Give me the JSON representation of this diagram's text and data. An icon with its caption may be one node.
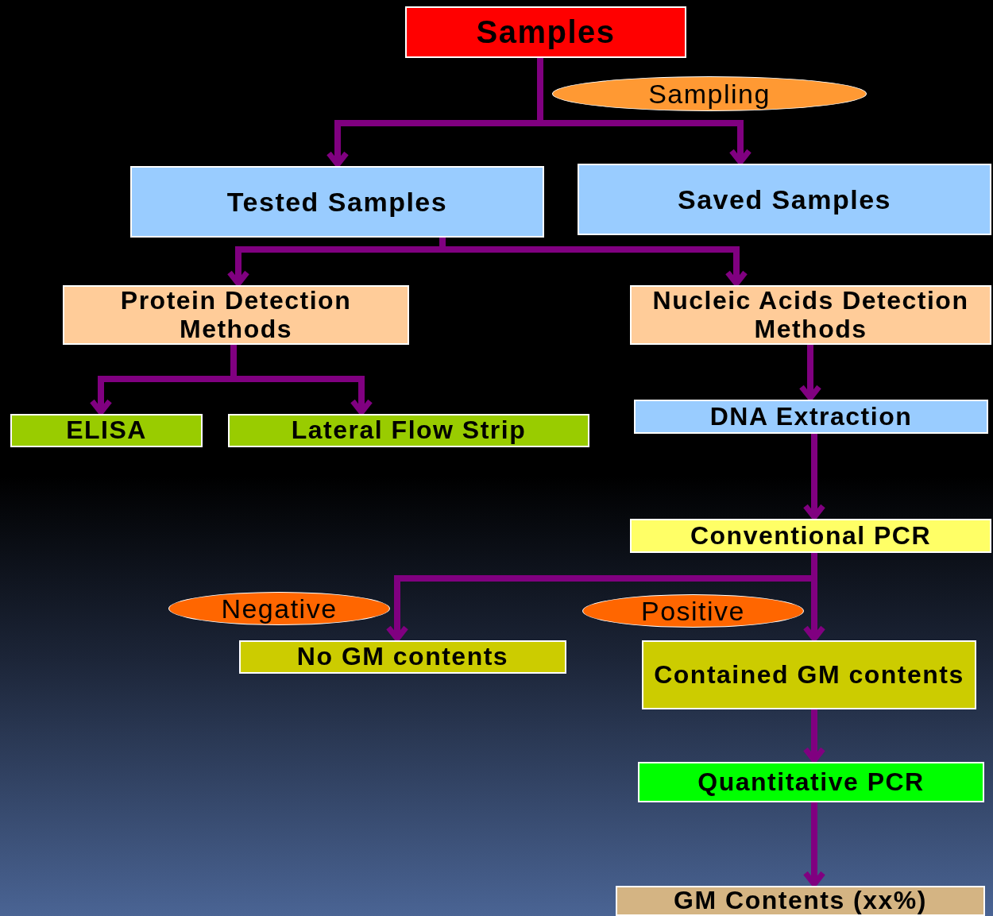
{
  "diagram": {
    "nodes": [
      {
        "text": [
          "Samples"
        ]
      },
      {
        "text": [
          "Sampling"
        ]
      },
      {
        "text": [
          "Tested Samples"
        ]
      },
      {
        "text": [
          "Saved Samples"
        ]
      },
      {
        "text": [
          "Protein Detection Methods"
        ]
      },
      {
        "text": [
          "Nucleic Acids Detection Methods"
        ]
      },
      {
        "text": [
          "ELISA"
        ]
      },
      {
        "text": [
          "Lateral Flow Strip"
        ]
      },
      {
        "text": [
          "DNA Extraction"
        ]
      },
      {
        "text": [
          "Conventional PCR"
        ]
      },
      {
        "text": [
          "Negative"
        ]
      },
      {
        "text": [
          "Positive"
        ]
      },
      {
        "text": [
          "No GM contents"
        ]
      },
      {
        "text": [
          "Contained GM contents"
        ]
      },
      {
        "text": [
          "Quantitative PCR"
        ]
      },
      {
        "text": [
          "GM Contents (xx%)"
        ]
      }
    ],
    "edges": [
      {
        "from": 0,
        "to": 2,
        "arrow": "to"
      },
      {
        "from": 0,
        "to": 3,
        "arrow": "to"
      },
      {
        "from": 2,
        "to": 4,
        "arrow": "to"
      },
      {
        "from": 2,
        "to": 5,
        "arrow": "to"
      },
      {
        "from": 4,
        "to": 6,
        "arrow": "to"
      },
      {
        "from": 4,
        "to": 7,
        "arrow": "to"
      },
      {
        "from": 5,
        "to": 8,
        "arrow": "to"
      },
      {
        "from": 8,
        "to": 9,
        "arrow": "to"
      },
      {
        "from": 9,
        "to": 12,
        "arrow": "to"
      },
      {
        "from": 9,
        "to": 13,
        "arrow": "to"
      },
      {
        "from": 13,
        "to": 14,
        "arrow": "to"
      },
      {
        "from": 14,
        "to": 15,
        "arrow": "to"
      }
    ]
  }
}
